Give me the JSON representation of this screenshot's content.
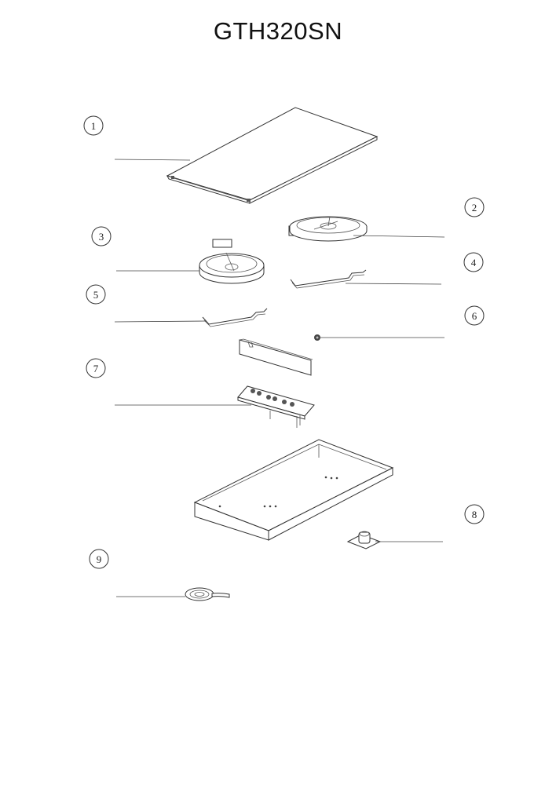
{
  "title": "GTH320SN",
  "callouts": [
    "1",
    "2",
    "3",
    "4",
    "5",
    "6",
    "7",
    "8",
    "9"
  ]
}
